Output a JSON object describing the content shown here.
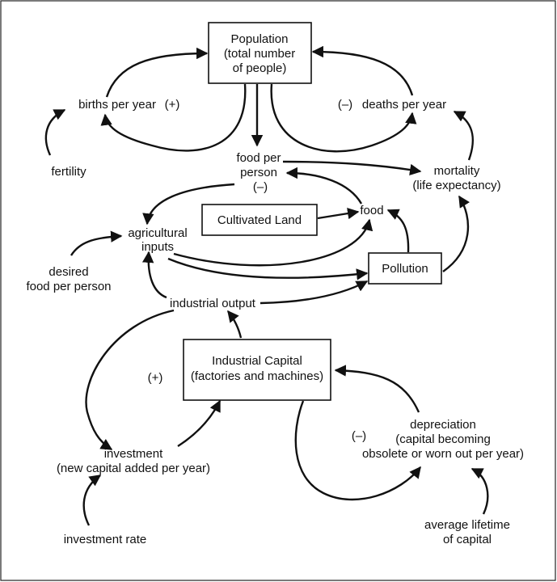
{
  "boxes": {
    "population": [
      "Population",
      "(total number",
      "of people)"
    ],
    "cultivated_land": [
      "Cultivated Land"
    ],
    "pollution": [
      "Pollution"
    ],
    "industrial_capital": [
      "Industrial Capital",
      "(factories and machines)"
    ]
  },
  "nodes": {
    "births_per_year": "births per year",
    "deaths_per_year": "deaths per year",
    "fertility": "fertility",
    "food_per_person": [
      "food per",
      "person"
    ],
    "mortality": [
      "mortality",
      "(life expectancy)"
    ],
    "food": "food",
    "agricultural_inputs": [
      "agricultural",
      "inputs"
    ],
    "desired_food_per_person": [
      "desired",
      "food per person"
    ],
    "industrial_output": "industrial output",
    "investment": [
      "investment",
      "(new capital added per year)"
    ],
    "investment_rate": "investment rate",
    "depreciation": [
      "depreciation",
      "(capital becoming",
      "obsolete or worn out per year)"
    ],
    "average_lifetime_of_capital": [
      "average lifetime",
      "of capital"
    ]
  },
  "loop_signs": {
    "births_loop": "(+)",
    "deaths_loop": "(–)",
    "food_per_person_loop": "(–)",
    "investment_loop": "(+)",
    "depreciation_loop": "(–)"
  }
}
